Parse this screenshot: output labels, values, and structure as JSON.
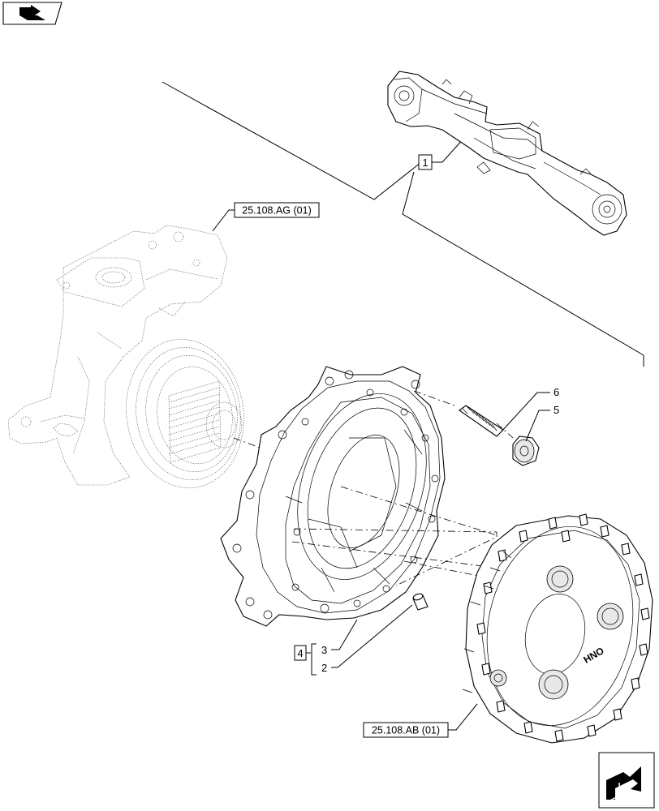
{
  "callouts": {
    "item_1": "1",
    "item_2": "2",
    "item_3": "3",
    "item_4": "4",
    "item_5": "5",
    "item_6": "6"
  },
  "references": {
    "steering_knuckle": "25.108.AG (01)",
    "planetary_carrier": "25.108.AB (01)"
  },
  "icons": {
    "top_left": "book-arrow-icon",
    "bottom_right": "next-page-arrow-icon"
  }
}
